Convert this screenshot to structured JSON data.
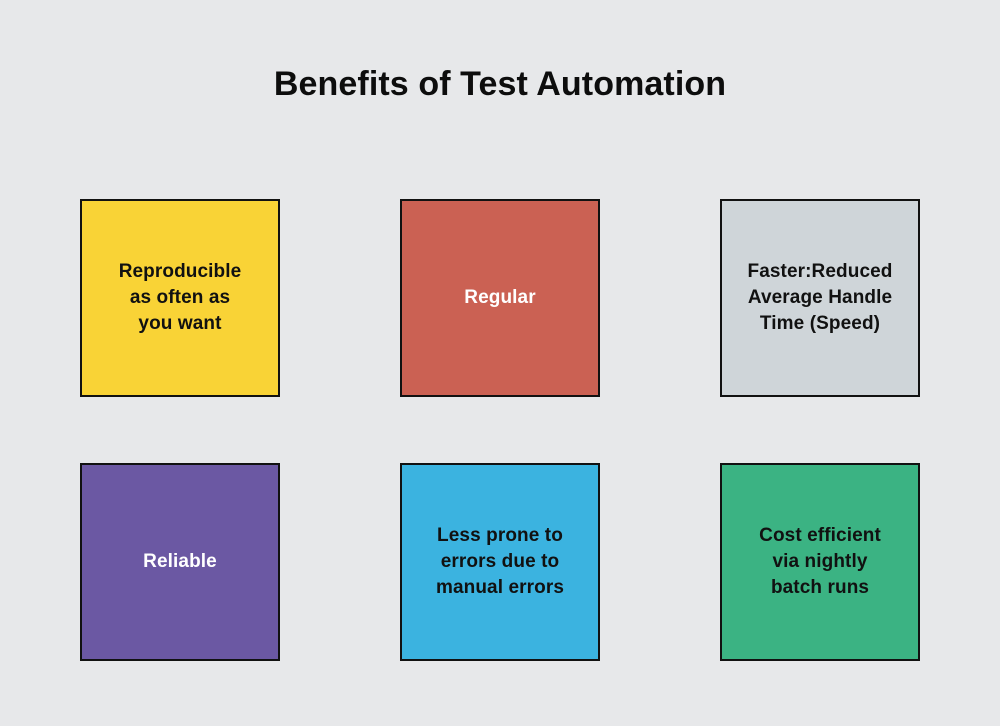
{
  "header": {
    "title": "Benefits of Test Automation"
  },
  "colors": {
    "background": "#e7e8ea",
    "border": "#111111",
    "title_text": "#0d0d0d",
    "dark_text": "#111111",
    "light_text": "#ffffff"
  },
  "cards": [
    {
      "label": "Reproducible\nas often as\nyou want",
      "fill": "#f9d336",
      "text_color": "#111111",
      "name": "card-reproducible"
    },
    {
      "label": "Regular",
      "fill": "#cb6153",
      "text_color": "#ffffff",
      "name": "card-regular"
    },
    {
      "label": "Faster:Reduced\nAverage Handle\nTime (Speed)",
      "fill": "#cfd5d9",
      "text_color": "#111111",
      "name": "card-faster"
    },
    {
      "label": "Reliable",
      "fill": "#6b58a3",
      "text_color": "#ffffff",
      "name": "card-reliable"
    },
    {
      "label": "Less prone to\nerrors due to\nmanual errors",
      "fill": "#3bb3e0",
      "text_color": "#111111",
      "name": "card-less-prone-to-errors"
    },
    {
      "label": "Cost efficient\nvia nightly\nbatch runs",
      "fill": "#3bb383",
      "text_color": "#111111",
      "name": "card-cost-efficient"
    }
  ]
}
